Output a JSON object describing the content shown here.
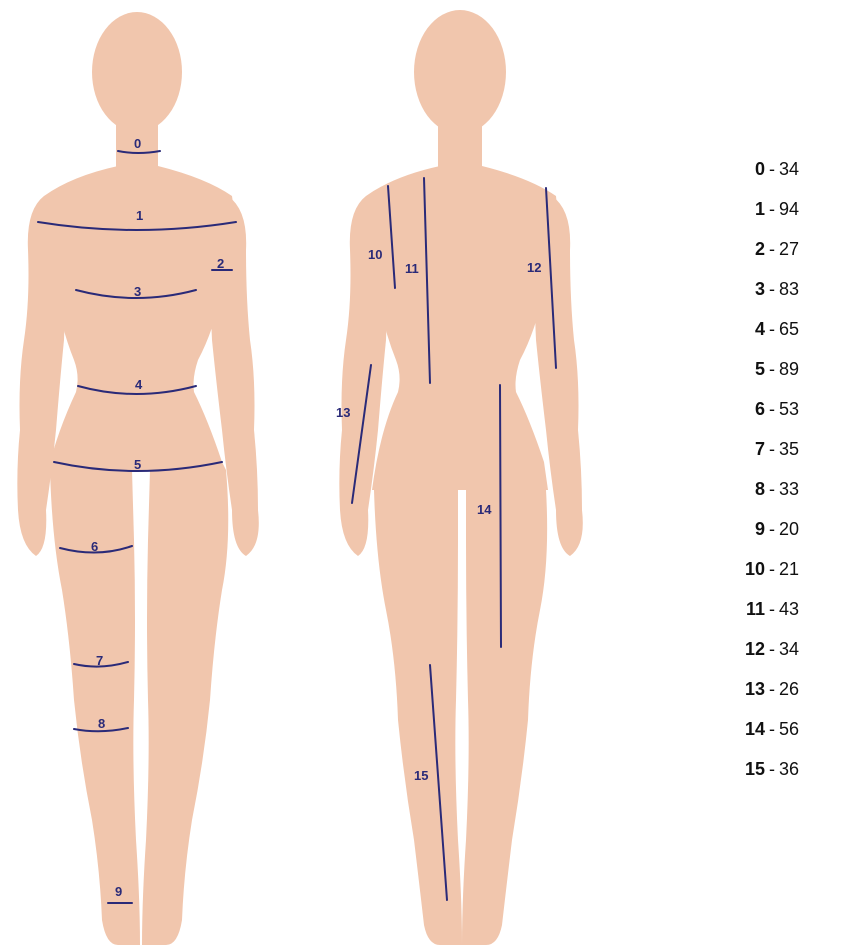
{
  "colors": {
    "skin": "#f1c6ad",
    "line": "#2a2a78",
    "text": "#111111"
  },
  "labels": [
    "0",
    "1",
    "2",
    "3",
    "4",
    "5",
    "6",
    "7",
    "8",
    "9",
    "10",
    "11",
    "12",
    "13",
    "14",
    "15"
  ],
  "legend": [
    {
      "num": "0",
      "sep": "-",
      "value": "34"
    },
    {
      "num": "1",
      "sep": "-",
      "value": "94"
    },
    {
      "num": "2",
      "sep": "-",
      "value": "27"
    },
    {
      "num": "3",
      "sep": "-",
      "value": "83"
    },
    {
      "num": "4",
      "sep": "-",
      "value": "65"
    },
    {
      "num": "5",
      "sep": "-",
      "value": "89"
    },
    {
      "num": "6",
      "sep": "-",
      "value": "53"
    },
    {
      "num": "7",
      "sep": "-",
      "value": "35"
    },
    {
      "num": "8",
      "sep": "-",
      "value": "33"
    },
    {
      "num": "9",
      "sep": "-",
      "value": "20"
    },
    {
      "num": "10",
      "sep": "-",
      "value": "21"
    },
    {
      "num": "11",
      "sep": "-",
      "value": "43"
    },
    {
      "num": "12",
      "sep": "-",
      "value": "34"
    },
    {
      "num": "13",
      "sep": "-",
      "value": "26"
    },
    {
      "num": "14",
      "sep": "-",
      "value": "56"
    },
    {
      "num": "15",
      "sep": "-",
      "value": "36"
    }
  ]
}
